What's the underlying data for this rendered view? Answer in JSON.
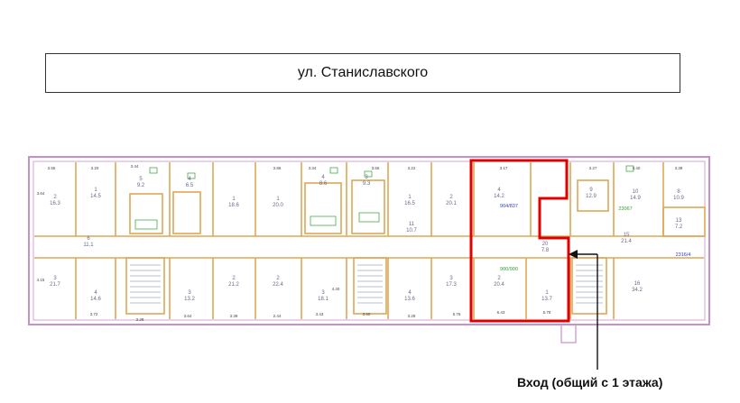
{
  "street": "ул. Станиславского",
  "entrance_label": "Вход (общий с 1 этажа)",
  "colors": {
    "outer_wall": "#c98fc9",
    "partition": "#e0a655",
    "highlight": "#e00000",
    "arrow": "#111111",
    "code_blue": "#3040c0",
    "code_green": "#30a030"
  },
  "rooms": [
    {
      "n": "2",
      "a": "16.3"
    },
    {
      "n": "1",
      "a": "14.5"
    },
    {
      "n": "5",
      "a": "9.2"
    },
    {
      "n": "4",
      "a": "6.5"
    },
    {
      "n": "1",
      "a": "18.6"
    },
    {
      "n": "1",
      "a": "20.0"
    },
    {
      "n": "4",
      "a": "8.6"
    },
    {
      "n": "3",
      "a": "9.3"
    },
    {
      "n": "1",
      "a": "16.5"
    },
    {
      "n": "2",
      "a": "20.1"
    },
    {
      "n": "4",
      "a": "14.2"
    },
    {
      "n": "9",
      "a": "12.9"
    },
    {
      "n": "10",
      "a": "14.9"
    },
    {
      "n": "8",
      "a": "10.9"
    },
    {
      "n": "11",
      "a": "10.7"
    },
    {
      "n": "15",
      "a": "21.4"
    },
    {
      "n": "13",
      "a": "7.2"
    },
    {
      "n": "3",
      "a": "21.7"
    },
    {
      "n": "4",
      "a": "14.6"
    },
    {
      "n": "3",
      "a": "13.2"
    },
    {
      "n": "2",
      "a": "21.2"
    },
    {
      "n": "2",
      "a": "22.4"
    },
    {
      "n": "3",
      "a": "18.1"
    },
    {
      "n": "4",
      "a": "13.6"
    },
    {
      "n": "3",
      "a": "17.3"
    },
    {
      "n": "2",
      "a": "20.4"
    },
    {
      "n": "1",
      "a": "13.7"
    },
    {
      "n": "16",
      "a": "34.2"
    },
    {
      "n": "6",
      "a": "11.1"
    },
    {
      "n": "20",
      "a": "7.8"
    }
  ],
  "codes": [
    {
      "t": "904/837",
      "c": "blue"
    },
    {
      "t": "900/900",
      "c": "green"
    },
    {
      "t": "23067",
      "c": "green"
    },
    {
      "t": "2316/4",
      "c": "blue"
    }
  ],
  "dims": [
    "3.55",
    "3.20",
    "3.44",
    "3.86",
    "3.34",
    "3.56",
    "3.22",
    "3.17",
    "3.27",
    "3.40",
    "3.38",
    "3.72",
    "3.28",
    "3.64",
    "3.39",
    "2.44",
    "3.43",
    "3.50",
    "3.28",
    "5.76",
    "6.43",
    "5.78",
    "3.64",
    "4.15",
    "4.40"
  ]
}
